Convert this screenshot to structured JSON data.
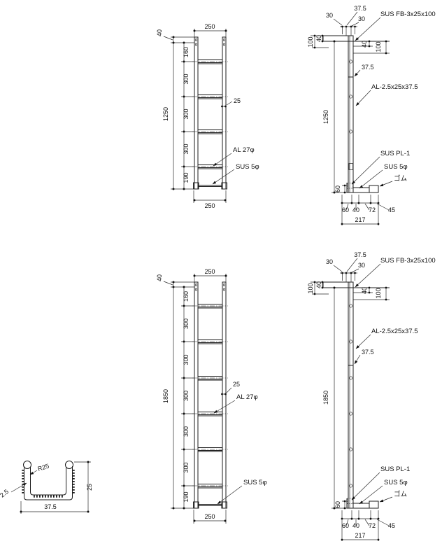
{
  "drawing": {
    "front_1250": {
      "top_width": "250",
      "top_offset": "40",
      "spacings": [
        "160",
        "300",
        "300",
        "300",
        "190"
      ],
      "overall": "1250",
      "stile_width": "25",
      "rung_label": "AL 27φ",
      "bottom_bar_label": "SUS 5φ",
      "bottom_width": "250"
    },
    "side_1250": {
      "flat_bar_label": "SUS FB-3x25x100",
      "top_overhang_left": "30",
      "top_width": "37.5",
      "top_overhang_right": "30",
      "left_100": "100",
      "left_40": "40",
      "right_40": "40",
      "right_100": "100",
      "bar_width": "37.5",
      "profile_label": "AL-2.5x25x37.5",
      "overall": "1250",
      "foot_height": "60",
      "plate_label": "SUS PL-1",
      "bar_label": "SUS 5φ",
      "rubber_label": "ゴム",
      "foot_segments": [
        "60",
        "40",
        "72",
        "45"
      ],
      "foot_total": "217"
    },
    "front_1850": {
      "top_width": "250",
      "top_offset": "40",
      "spacings": [
        "160",
        "300",
        "300",
        "300",
        "300",
        "300",
        "190"
      ],
      "overall": "1850",
      "stile_width": "25",
      "rung_label": "AL 27φ",
      "bottom_bar_label": "SUS 5φ",
      "bottom_width": "250"
    },
    "side_1850": {
      "flat_bar_label": "SUS FB-3x25x100",
      "top_overhang_left": "30",
      "top_width": "37.5",
      "top_overhang_right": "30",
      "left_100": "100",
      "left_40": "40",
      "right_40": "40",
      "right_100": "100",
      "bar_width": "37.5",
      "profile_label": "AL-2.5x25x37.5",
      "overall": "1850",
      "foot_height": "60",
      "plate_label": "SUS PL-1",
      "bar_label": "SUS 5φ",
      "rubber_label": "ゴム",
      "foot_segments": [
        "60",
        "40",
        "72",
        "45"
      ],
      "foot_total": "217"
    },
    "rung_section": {
      "radius": "R25",
      "wall_thickness": "2.5",
      "width": "37.5",
      "height": "25"
    }
  }
}
